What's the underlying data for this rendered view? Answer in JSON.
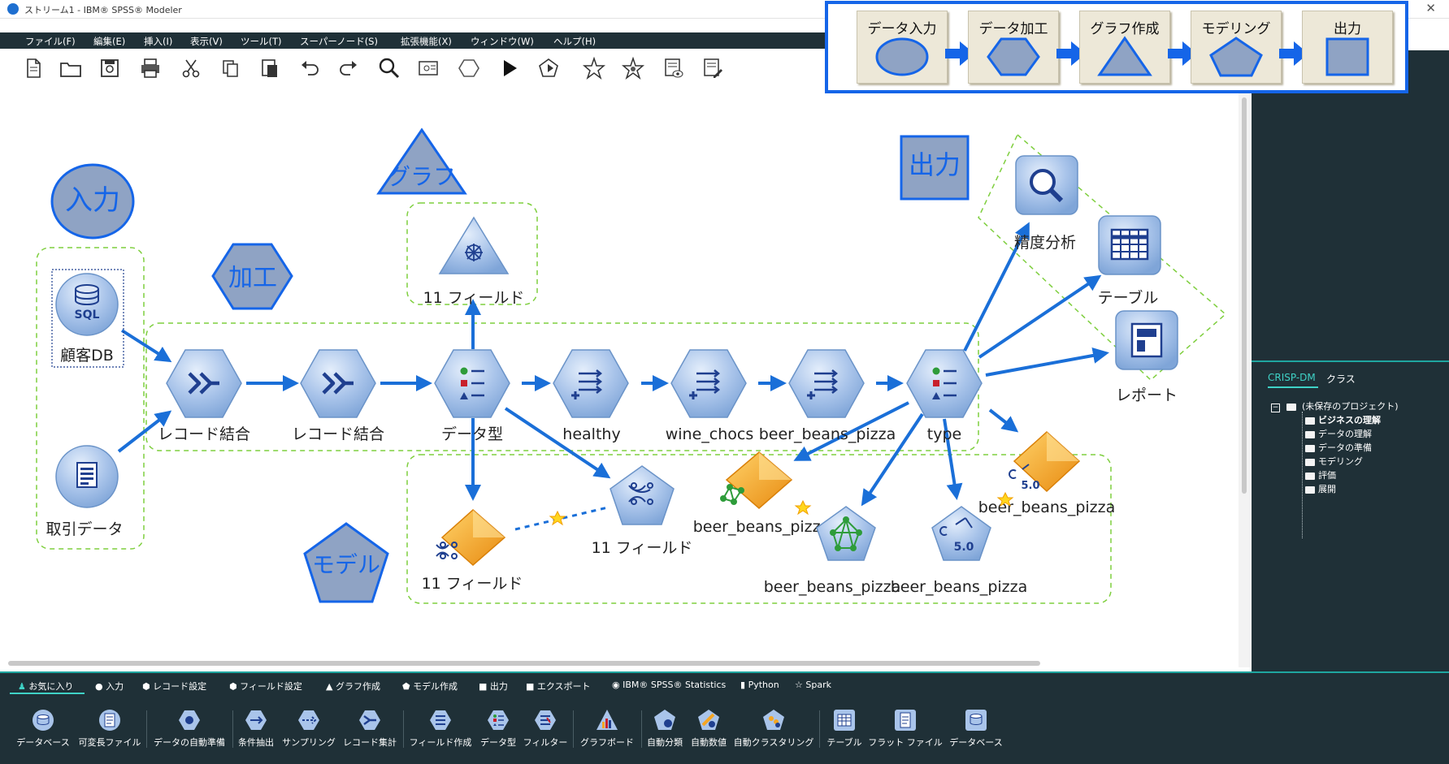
{
  "window": {
    "title": "ストリーム1 - IBM® SPSS® Modeler",
    "close_label": "✕"
  },
  "menu": [
    {
      "label": "ファイル(F)"
    },
    {
      "label": "編集(E)"
    },
    {
      "label": "挿入(I)"
    },
    {
      "label": "表示(V)"
    },
    {
      "label": "ツール(T)"
    },
    {
      "label": "スーパーノード(S)"
    },
    {
      "label": "拡張機能(X)"
    },
    {
      "label": "ウィンドウ(W)"
    },
    {
      "label": "ヘルプ(H)"
    }
  ],
  "toolbar": [
    {
      "icon": "new-file-icon"
    },
    {
      "icon": "open-folder-icon"
    },
    {
      "icon": "save-icon"
    },
    {
      "icon": "print-icon"
    },
    {
      "icon": "cut-icon"
    },
    {
      "icon": "copy-icon"
    },
    {
      "icon": "paste-icon"
    },
    {
      "icon": "undo-icon"
    },
    {
      "icon": "redo-icon"
    },
    {
      "icon": "search-icon"
    },
    {
      "icon": "stream-properties-icon"
    },
    {
      "icon": "supernode-icon"
    },
    {
      "icon": "run-icon"
    },
    {
      "icon": "run-selection-icon"
    },
    {
      "icon": "star-icon"
    },
    {
      "icon": "star-settings-icon"
    },
    {
      "icon": "preview-icon"
    },
    {
      "icon": "annotation-icon"
    }
  ],
  "legend": {
    "cards": [
      {
        "label": "データ入力",
        "shape": "ellipse"
      },
      {
        "label": "データ加工",
        "shape": "hexagon"
      },
      {
        "label": "グラフ作成",
        "shape": "triangle"
      },
      {
        "label": "モデリング",
        "shape": "pentagon"
      },
      {
        "label": "出力",
        "shape": "square"
      }
    ]
  },
  "annotations": {
    "input": "入力",
    "process": "加工",
    "graph": "グラフ",
    "output": "出力",
    "model": "モデル"
  },
  "nodes": {
    "customer_db": "顧客DB",
    "transaction_data": "取引データ",
    "merge1": "レコード結合",
    "merge2": "レコード結合",
    "type1": "データ型",
    "healthy": "healthy",
    "wine_chocs": "wine_chocs",
    "beer_beans_pizza": "beer_beans_pizza",
    "type2": "type",
    "web_graph": "11 フィールド",
    "kohonen_builder": "11 フィールド",
    "kohonen_nugget": "11 フィールド",
    "neural_nugget": "beer_beans_pizza",
    "neural_builder": "beer_beans_pizza",
    "c50_builder": "beer_beans_pizza",
    "c50_nugget": "beer_beans_pizza",
    "sql_badge": "SQL",
    "c50_badge_builder": "5.0",
    "c50_badge_nugget": "5.0",
    "analysis": "精度分析",
    "table": "テーブル",
    "report": "レポート"
  },
  "right_panel": {
    "tabs": [
      {
        "label": "CRISP-DM",
        "active": true
      },
      {
        "label": "クラス",
        "active": false
      }
    ],
    "tree_root": "(未保存のプロジェクト)",
    "tree_items": [
      "ビジネスの理解",
      "データの理解",
      "データの準備",
      "モデリング",
      "評価",
      "展開"
    ],
    "tree_toggle": "−"
  },
  "palette_tabs": [
    {
      "label": "お気に入り",
      "active": true
    },
    {
      "label": "入力"
    },
    {
      "label": "レコード設定"
    },
    {
      "label": "フィールド設定"
    },
    {
      "label": "グラフ作成"
    },
    {
      "label": "モデル作成"
    },
    {
      "label": "出力"
    },
    {
      "label": "エクスポート"
    },
    {
      "label": "IBM® SPSS® Statistics"
    },
    {
      "label": "Python"
    },
    {
      "label": "Spark"
    }
  ],
  "palette_items": [
    {
      "label": "データベース",
      "icon": "database-icon"
    },
    {
      "label": "可変長ファイル",
      "icon": "var-file-icon"
    },
    {
      "label": "データの自動準備",
      "icon": "auto-data-prep-icon"
    },
    {
      "label": "条件抽出",
      "icon": "select-icon"
    },
    {
      "label": "サンプリング",
      "icon": "sample-icon"
    },
    {
      "label": "レコード集計",
      "icon": "aggregate-icon"
    },
    {
      "label": "フィールド作成",
      "icon": "derive-icon"
    },
    {
      "label": "データ型",
      "icon": "type-icon"
    },
    {
      "label": "フィルター",
      "icon": "filter-icon"
    },
    {
      "label": "グラフボード",
      "icon": "graphboard-icon"
    },
    {
      "label": "自動分類",
      "icon": "auto-classifier-icon"
    },
    {
      "label": "自動数値",
      "icon": "auto-numeric-icon"
    },
    {
      "label": "自動クラスタリング",
      "icon": "auto-cluster-icon"
    },
    {
      "label": "テーブル",
      "icon": "table-icon"
    },
    {
      "label": "フラット ファイル",
      "icon": "flat-file-icon"
    },
    {
      "label": "データベース",
      "icon": "database-export-icon"
    }
  ],
  "colors": {
    "node_fill": "#a9c4ea",
    "node_stroke": "#6a93c8",
    "nugget_fill": "#f5a623",
    "annotation_fill": "#8fa3c4",
    "annotation_stroke": "#1565e8",
    "connector": "#1a6fd8",
    "group_border": "#7fcf3f",
    "panel_bg": "#1f3037",
    "accent": "#1fa6a0"
  }
}
